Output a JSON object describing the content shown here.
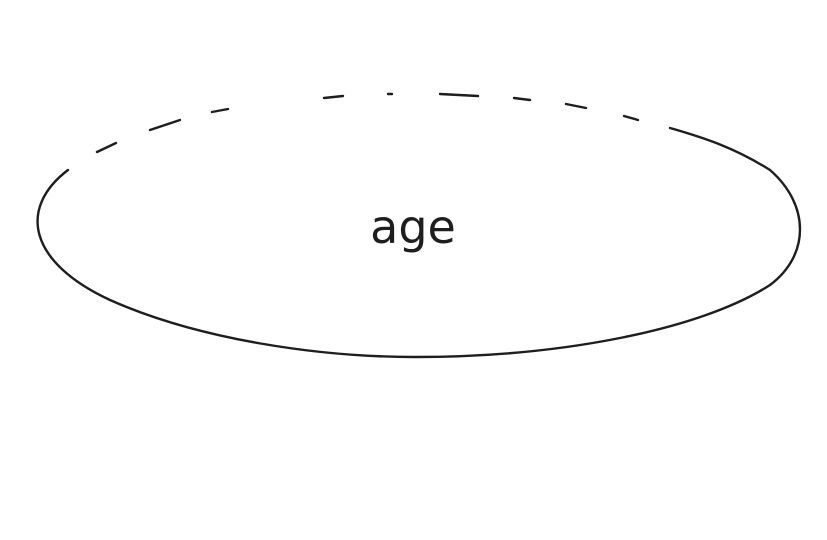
{
  "diagram": {
    "node": {
      "label": "age",
      "shape": "ellipse",
      "stroke_color": "#1e1e1e",
      "fill_color": "#ffffff",
      "border_style": "partially-dashed"
    }
  }
}
